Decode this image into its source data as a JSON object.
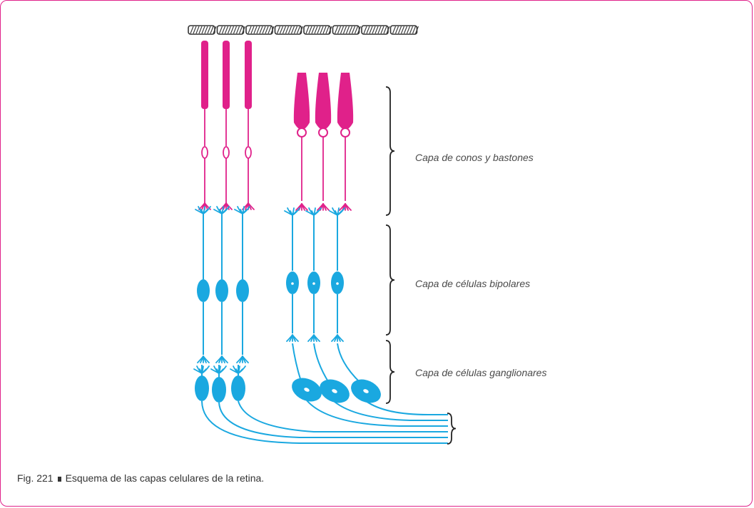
{
  "figure": {
    "layers": [
      {
        "id": "conos-bastones",
        "label": "Capa de conos y bastones"
      },
      {
        "id": "bipolares",
        "label": "Capa de células bipolares"
      },
      {
        "id": "ganglionares",
        "label": "Capa de células ganglionares"
      }
    ],
    "colors": {
      "photoreceptor": "#e0218a",
      "bipolar": "#1aa8e0",
      "ganglion": "#1aa8e0",
      "epithelium": "#333333",
      "brace": "#222222",
      "frame": "#e0218a"
    }
  },
  "caption": {
    "number": "Fig. 221",
    "text": "Esquema de las capas celulares de la retina."
  }
}
